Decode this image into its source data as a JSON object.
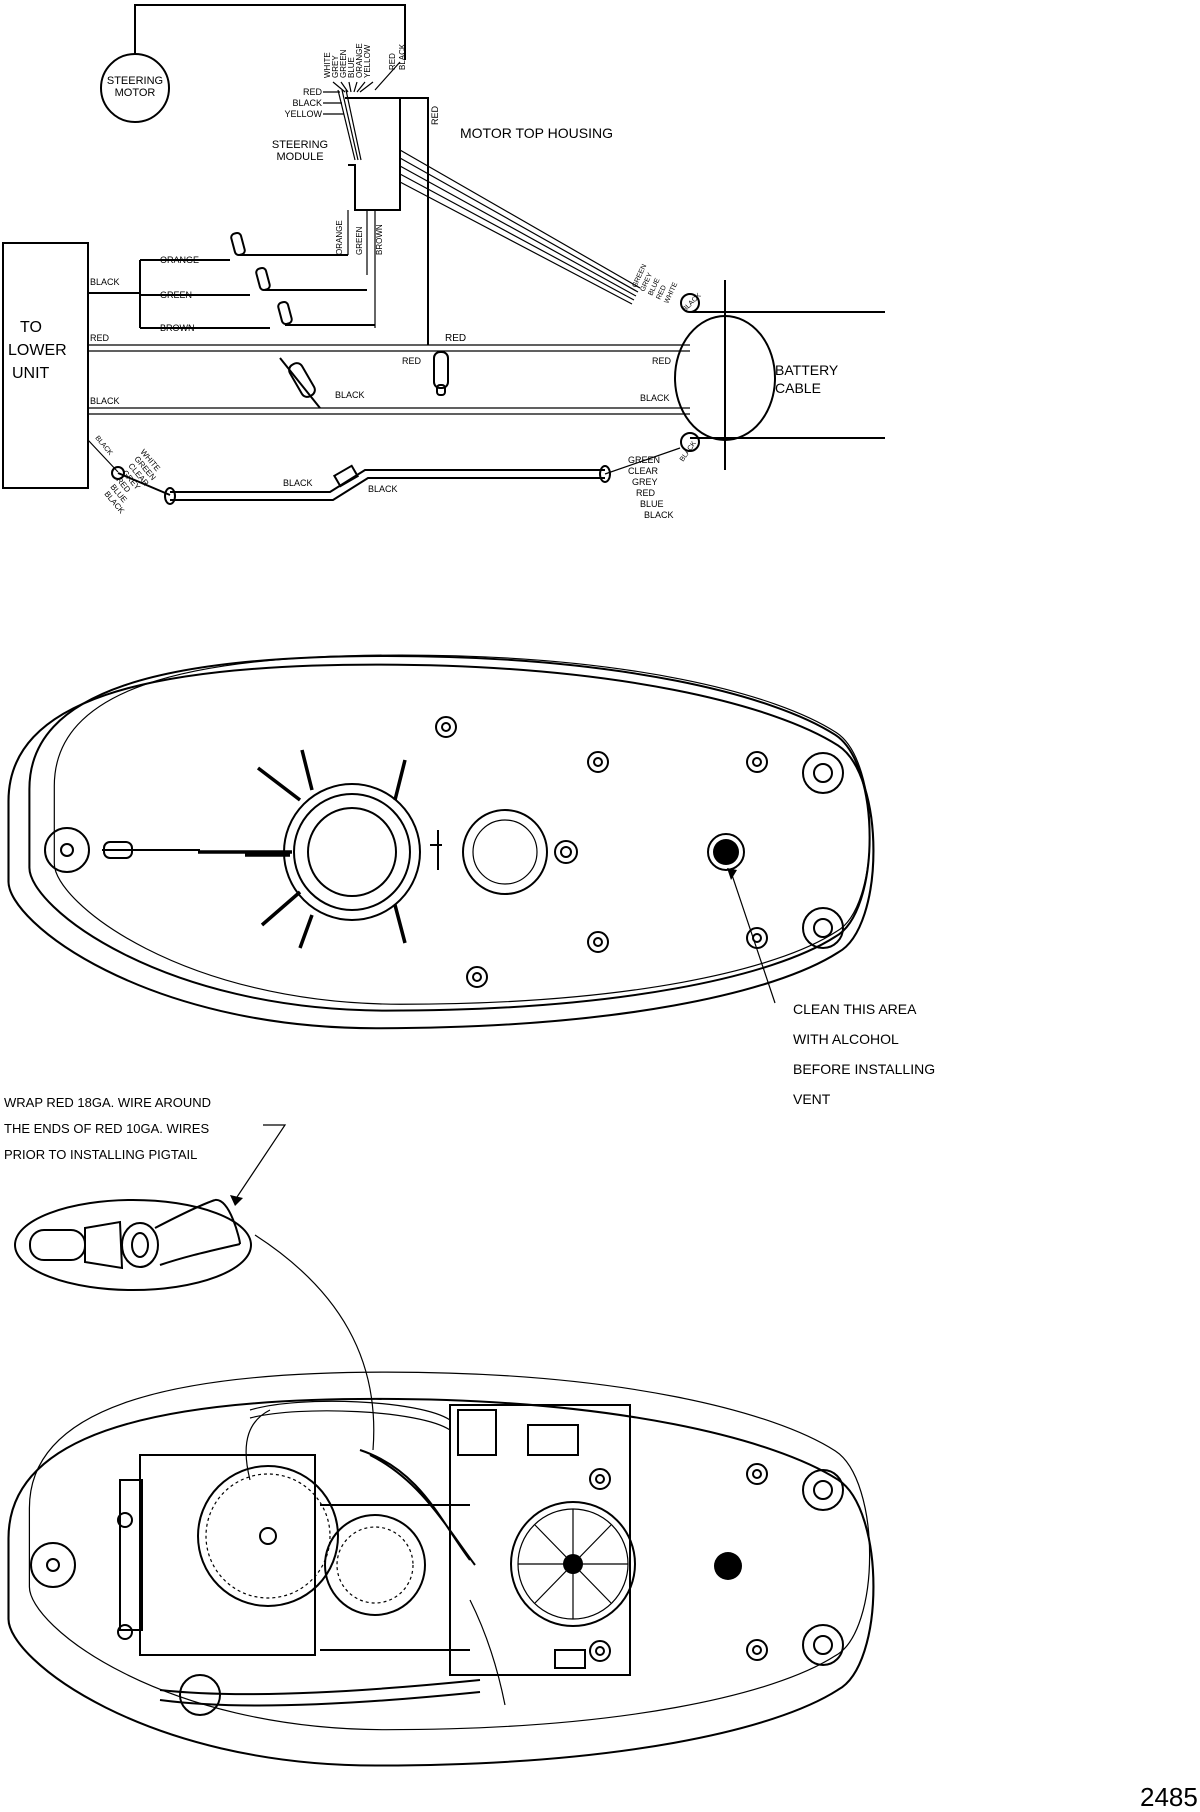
{
  "wiring": {
    "steering_motor": [
      "STEERING",
      "MOTOR"
    ],
    "steering_module": [
      "STEERING",
      "MODULE"
    ],
    "motor_top_housing": "MOTOR TOP HOUSING",
    "to_lower_unit": [
      "TO",
      "LOWER",
      "UNIT"
    ],
    "battery_cable": [
      "BATTERY",
      "CABLE"
    ],
    "module_top_wires": [
      "WHITE",
      "GREY",
      "GREEN",
      "BLUE",
      "ORANGE",
      "YELLOW",
      "RED",
      "BLACK"
    ],
    "module_left_wires": [
      "RED",
      "BLACK",
      "YELLOW"
    ],
    "module_bottom_wires": [
      "ORANGE",
      "GREEN",
      "BROWN"
    ],
    "red_vertical": "RED",
    "connector_wires": [
      "ORANGE",
      "GREEN",
      "BROWN"
    ],
    "black_left": "BLACK",
    "red_main_left": "RED",
    "red_main_mid": "RED",
    "red_main_mid2": "RED",
    "red_main_right": "RED",
    "black_main_left": "BLACK",
    "black_main_mid": "BLACK",
    "black_main_right": "BLACK",
    "battery_top_wires": [
      "GREEN",
      "GREY",
      "BLUE",
      "RED",
      "WHITE",
      "BLACK"
    ],
    "battery_bottom_black": "BLACK",
    "lower_left_black": "BLACK",
    "lower_left_wires": [
      "WHITE",
      "GREEN",
      "CLEAR",
      "GREY",
      "RED",
      "BLUE",
      "BLACK"
    ],
    "lower_mid_black_1": "BLACK",
    "lower_mid_black_2": "BLACK",
    "lower_right_wires": [
      "GREEN",
      "CLEAR",
      "GREY",
      "RED",
      "BLUE",
      "BLACK"
    ]
  },
  "notes": {
    "clean_area": [
      "CLEAN THIS AREA",
      "WITH ALCOHOL",
      "BEFORE INSTALLING",
      "VENT"
    ],
    "wrap_wire": [
      "WRAP RED 18GA. WIRE AROUND",
      "THE ENDS OF RED 10GA. WIRES",
      "PRIOR TO INSTALLING PIGTAIL"
    ]
  },
  "figure_number": "2485"
}
